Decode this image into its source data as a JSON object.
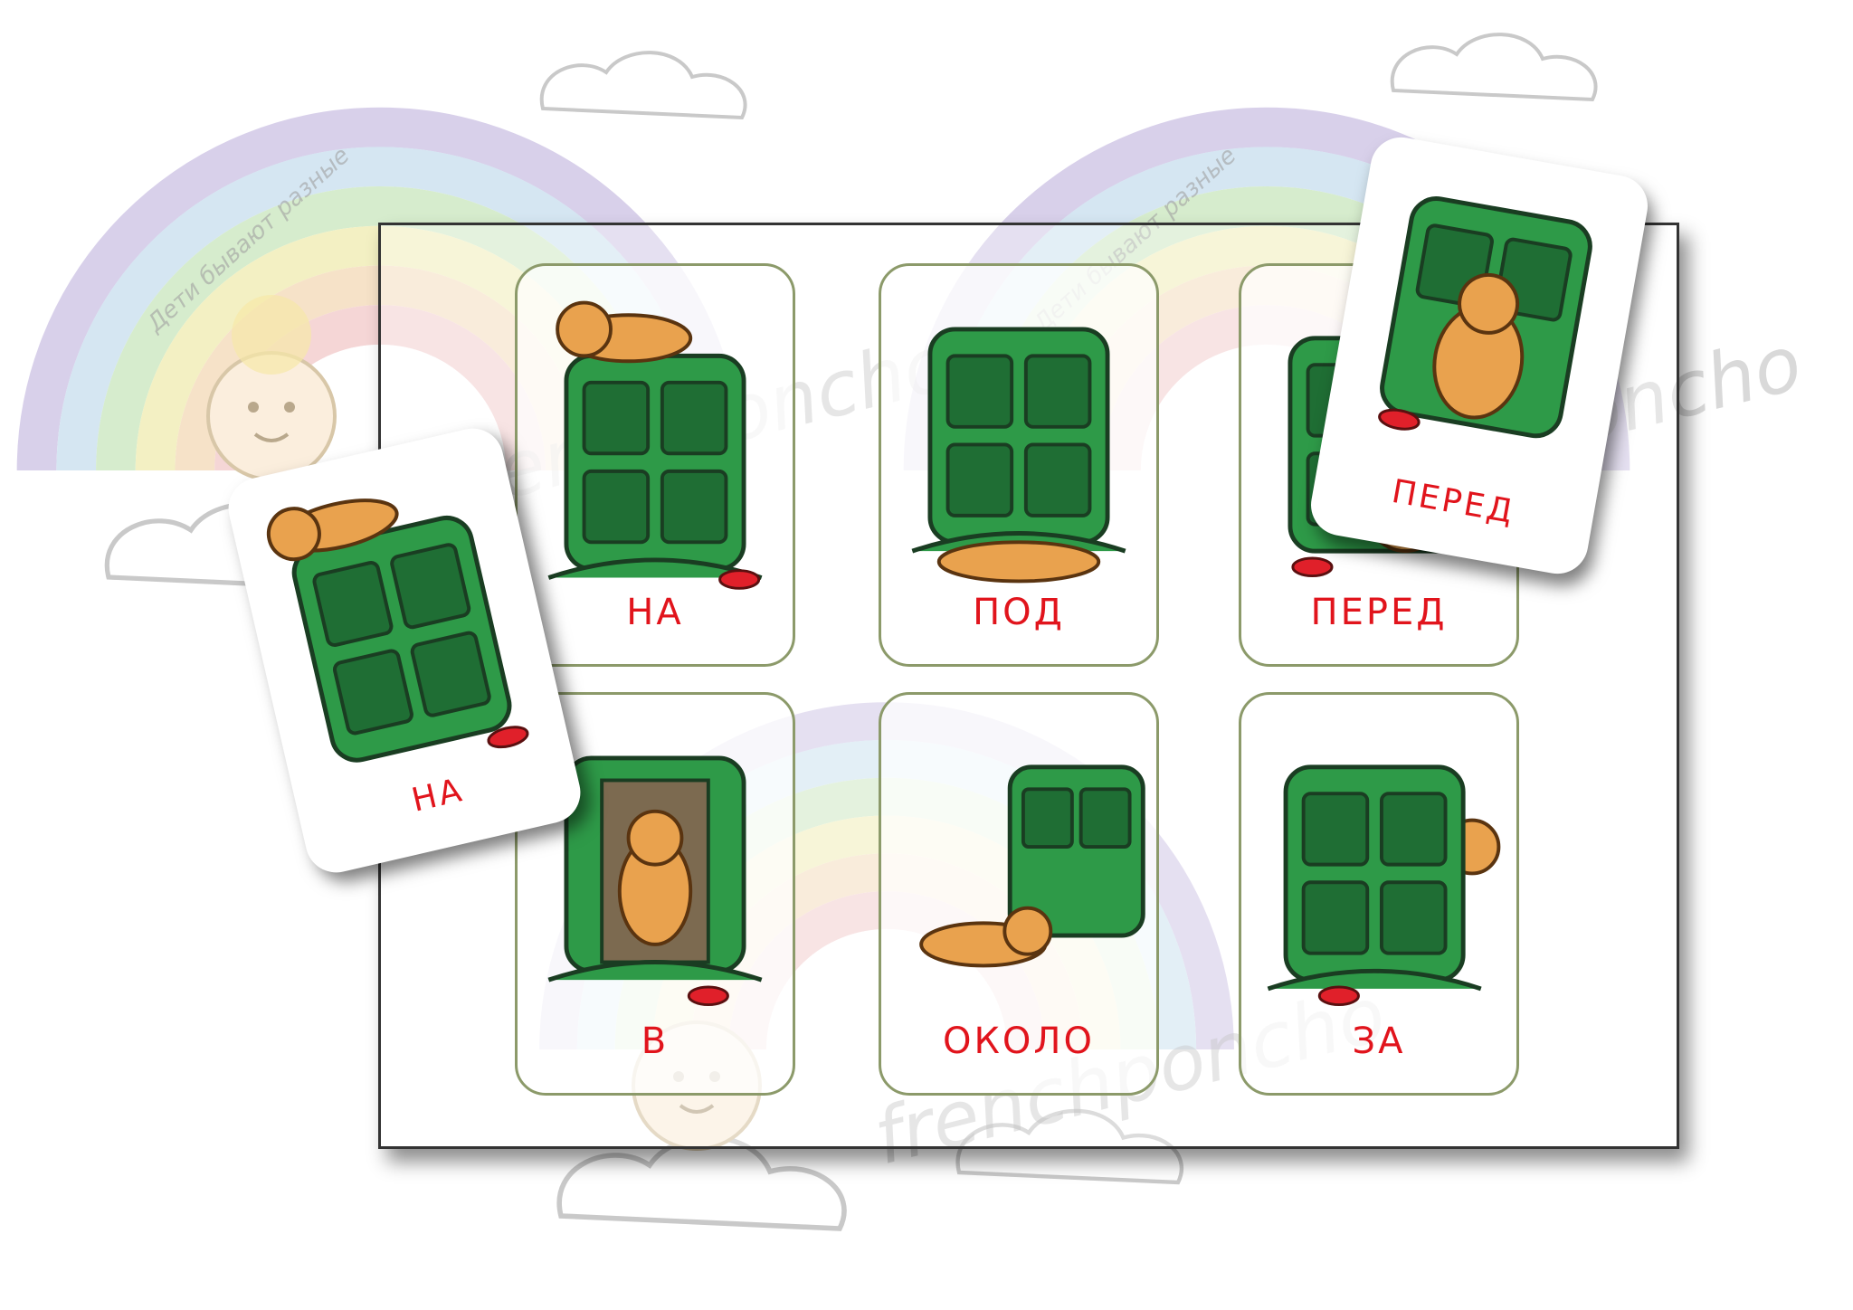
{
  "watermark": {
    "brand": "frenchponcho",
    "tagline": "Дети бывают разные"
  },
  "colors": {
    "label": "#e1141c",
    "wardrobe": "#2e9a48",
    "wardrobe_dark": "#1f6e34",
    "dog": "#e9a24e",
    "slot_border": "#8c9a6a",
    "bowl": "#e0202a"
  },
  "board": {
    "slots": [
      {
        "label": "НА",
        "scene": "dog-on-wardrobe"
      },
      {
        "label": "ПОД",
        "scene": "dog-under-wardrobe"
      },
      {
        "label": "ПЕРЕД",
        "scene": "dog-in-front-of-wardrobe"
      },
      {
        "label": "В",
        "scene": "dog-in-wardrobe"
      },
      {
        "label": "ОКОЛО",
        "scene": "dog-near-wardrobe"
      },
      {
        "label": "ЗА",
        "scene": "dog-behind-wardrobe"
      }
    ]
  },
  "loose_cards": [
    {
      "label": "НА",
      "scene": "dog-on-wardrobe"
    },
    {
      "label": "ПЕРЕД",
      "scene": "dog-in-front-of-wardrobe"
    }
  ]
}
